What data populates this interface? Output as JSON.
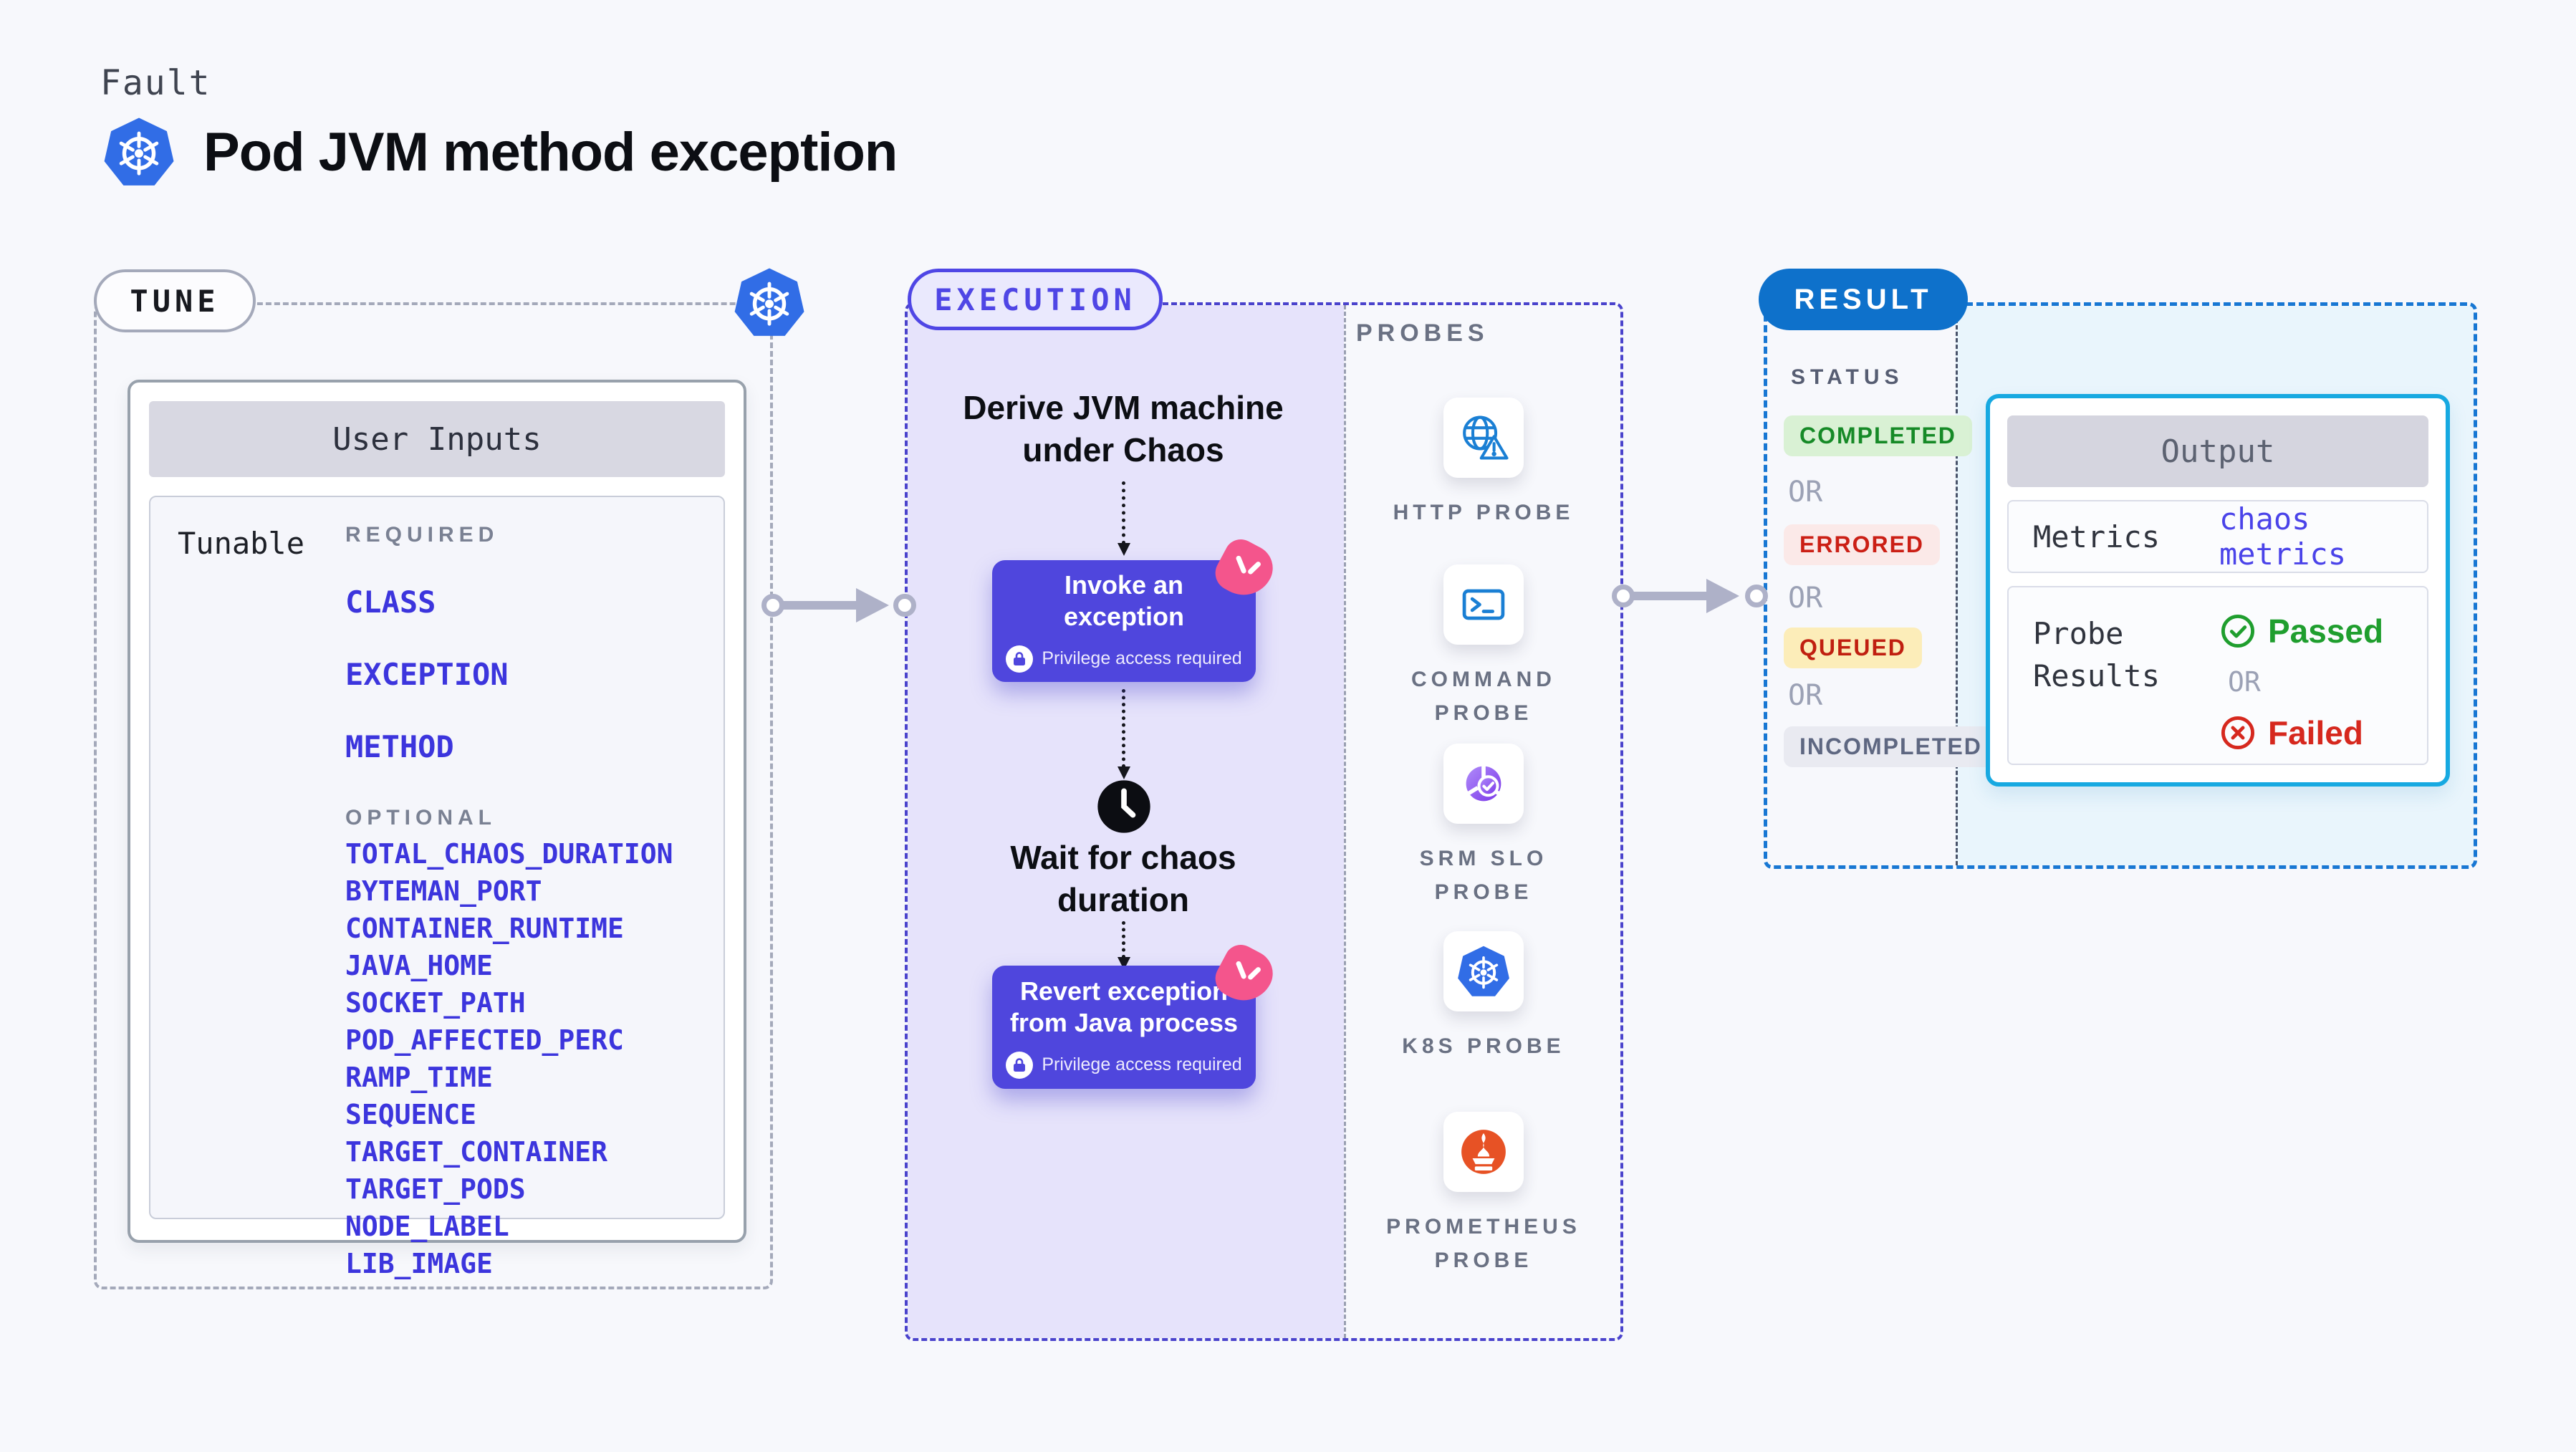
{
  "header": {
    "eyebrow": "Fault",
    "title": "Pod JVM method exception"
  },
  "tune": {
    "badge": "TUNE",
    "panel_title": "User Inputs",
    "row_label": "Tunable",
    "required_label": "REQUIRED",
    "required": [
      "CLASS",
      "EXCEPTION",
      "METHOD"
    ],
    "optional_label": "OPTIONAL",
    "optional": [
      "TOTAL_CHAOS_DURATION",
      "BYTEMAN_PORT",
      "CONTAINER_RUNTIME",
      "JAVA_HOME",
      "SOCKET_PATH",
      "POD_AFFECTED_PERC",
      "RAMP_TIME",
      "SEQUENCE",
      "TARGET_CONTAINER",
      "TARGET_PODS",
      "NODE_LABEL",
      "LIB_IMAGE"
    ]
  },
  "execution": {
    "badge": "EXECUTION",
    "derive_label": "Derive JVM machine under Chaos",
    "invoke_label": "Invoke an exception",
    "wait_label": "Wait for chaos duration",
    "revert_label": "Revert exception from Java process",
    "privilege_note": "Privilege access required"
  },
  "probes": {
    "label": "PROBES",
    "items": [
      {
        "label": "HTTP PROBE",
        "icon": "http-probe-icon"
      },
      {
        "label": "COMMAND PROBE",
        "icon": "command-probe-icon"
      },
      {
        "label": "SRM SLO PROBE",
        "icon": "srm-slo-probe-icon"
      },
      {
        "label": "K8S PROBE",
        "icon": "k8s-probe-icon"
      },
      {
        "label": "PROMETHEUS PROBE",
        "icon": "prometheus-probe-icon"
      }
    ]
  },
  "result": {
    "badge": "RESULT",
    "status_label": "STATUS",
    "or_label": "OR",
    "statuses": [
      {
        "label": "COMPLETED",
        "kind": "success",
        "text_color": "#168a27",
        "bg_color": "#d9f1d4"
      },
      {
        "label": "ERRORED",
        "kind": "error",
        "text_color": "#cb1f15",
        "bg_color": "#fbe9e8"
      },
      {
        "label": "QUEUED",
        "kind": "warning",
        "text_color": "#c01f10",
        "bg_color": "#fcedb9"
      },
      {
        "label": "INCOMPLETED",
        "kind": "neutral",
        "text_color": "#5e6781",
        "bg_color": "#e9eaf1"
      }
    ],
    "output": {
      "title": "Output",
      "metrics_label": "Metrics",
      "metrics_value": "chaos metrics",
      "probe_results_label": "Probe Results",
      "passed_label": "Passed",
      "or_label": "OR",
      "failed_label": "Failed"
    }
  },
  "colors": {
    "page_bg": "#f7f8fc",
    "execution_fill": "#e6e3fb",
    "execution_accent": "#4f46e5",
    "action_box": "#4f46dd",
    "tunable_link": "#3c35dd",
    "result_accent": "#0e71cb",
    "result_fill": "#e9f5fc",
    "output_border": "#17a9e1",
    "kubernetes_blue": "#316de6",
    "litmus_pink": "#f4558c",
    "prometheus_orange": "#e75225",
    "passed_green": "#1f9e2e",
    "failed_red": "#d6281e"
  }
}
